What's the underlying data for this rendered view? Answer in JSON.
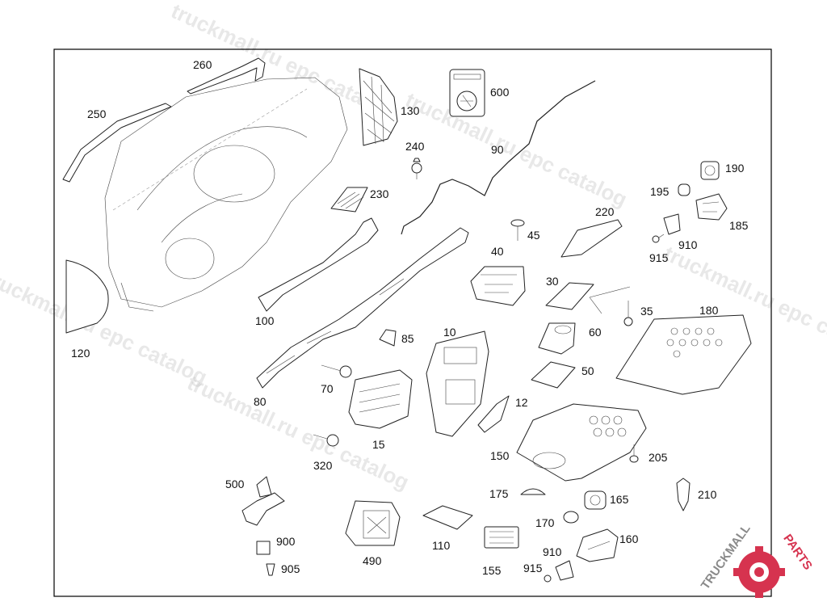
{
  "diagram": {
    "callouts": {
      "c260": "260",
      "c250": "250",
      "c130": "130",
      "c600": "600",
      "c240": "240",
      "c90": "90",
      "c230": "230",
      "c190": "190",
      "c195": "195",
      "c220": "220",
      "c185": "185",
      "c45": "45",
      "c910a": "910",
      "c915a": "915",
      "c40": "40",
      "c100": "100",
      "c30": "30",
      "c35": "35",
      "c180": "180",
      "c120": "120",
      "c60": "60",
      "c85": "85",
      "c10": "10",
      "c50": "50",
      "c70": "70",
      "c80": "80",
      "c12": "12",
      "c15": "15",
      "c320": "320",
      "c150": "150",
      "c205": "205",
      "c500": "500",
      "c175": "175",
      "c165": "165",
      "c210": "210",
      "c170": "170",
      "c160": "160",
      "c900": "900",
      "c490": "490",
      "c110": "110",
      "c910b": "910",
      "c905": "905",
      "c155": "155",
      "c915b": "915"
    },
    "watermark": "truckmall.ru epc catalog"
  },
  "logo": {
    "prefix": "TRUCKMALL",
    "suffix": "PARTS"
  },
  "colors": {
    "logo_red": "#d6334f",
    "logo_gray": "#8a8a8a",
    "watermark": "#bfbfbf"
  }
}
